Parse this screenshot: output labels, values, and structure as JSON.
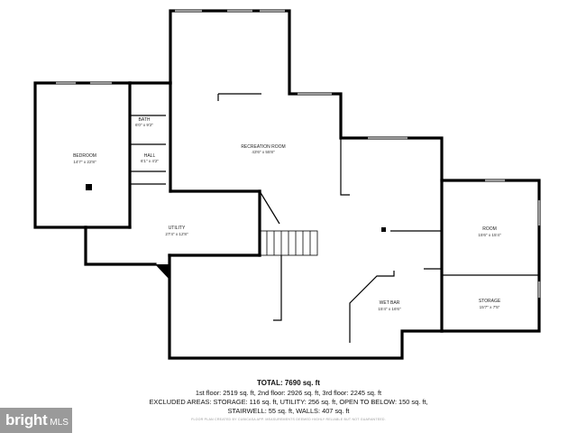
{
  "rooms": [
    {
      "name": "BEDROOM",
      "dims": "14'7\" x 22'8\""
    },
    {
      "name": "BATH",
      "dims": "6'0\" x 9'2\""
    },
    {
      "name": "HALL",
      "dims": "6'1\" x 4'2\""
    },
    {
      "name": "RECREATION ROOM",
      "dims": "43'6\" x 55'8\""
    },
    {
      "name": "UTILITY",
      "dims": "27'4\" x 12'8\""
    },
    {
      "name": "ROOM",
      "dims": "15'6\" x 15'4\""
    },
    {
      "name": "STORAGE",
      "dims": "15'7\" x 7'5\""
    },
    {
      "name": "WET BAR",
      "dims": "15'4\" x 16'6\""
    }
  ],
  "summary": {
    "total": "TOTAL: 7690 sq. ft",
    "line1": "1st floor: 2519 sq. ft, 2nd floor: 2926 sq. ft, 3rd floor: 2245 sq. ft",
    "line2": "EXCLUDED AREAS: STORAGE: 116 sq. ft, UTILITY: 256 sq. ft, OPEN TO BELOW: 150 sq. ft,",
    "line3": "STAIRWELL: 55 sq. ft, WALLS: 407 sq. ft",
    "disclaimer": "FLOOR PLAN CREATED BY CUBICASA APP. MEASUREMENTS DEEMED HIGHLY RELIABLE BUT NOT GUARANTEED."
  },
  "logo": {
    "main": "bright",
    "sub": "MLS"
  }
}
